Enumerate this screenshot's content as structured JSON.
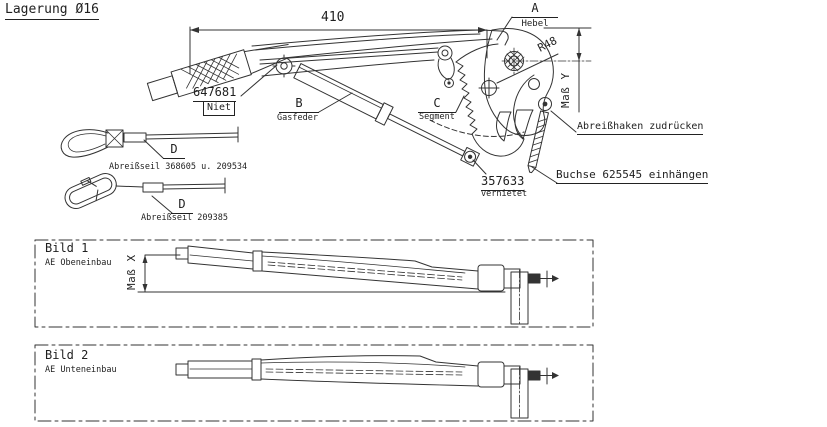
{
  "title": "Lagerung Ø16",
  "main": {
    "dim410": "410",
    "a": "A",
    "a_sub": "Hebel",
    "r48": "R48",
    "mass_y": "Maß Y",
    "hook_note": "Abreißhaken zudrücken",
    "bush_note": "Buchse 625545 einhängen",
    "p357633": "357633",
    "p357633_sub": "vernietet",
    "p647681": "647681",
    "p647681_sub": "Niet",
    "b": "B",
    "b_sub": "Gasfeder",
    "c": "C",
    "c_sub": "Segment"
  },
  "ropes": {
    "d1": "D",
    "label1": "Abreißseil 368605 u. 209534",
    "d2": "D",
    "label2": "Abreißseil 209385"
  },
  "bild1": {
    "title": "Bild 1",
    "subtitle": "AE Obeneinbau",
    "mass_x": "Maß X"
  },
  "bild2": {
    "title": "Bild 2",
    "subtitle": "AE Unteneinbau"
  },
  "colors": {
    "line": "#333333",
    "text": "#1f1f1f",
    "background": "#ffffff"
  }
}
